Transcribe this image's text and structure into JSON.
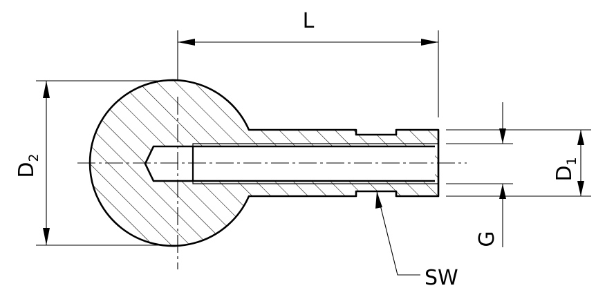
{
  "labels": {
    "length": "L",
    "ball_diameter": "D",
    "ball_diameter_sub": "2",
    "shank_diameter": "D",
    "shank_diameter_sub": "1",
    "thread": "G",
    "wrench_size": "SW"
  }
}
